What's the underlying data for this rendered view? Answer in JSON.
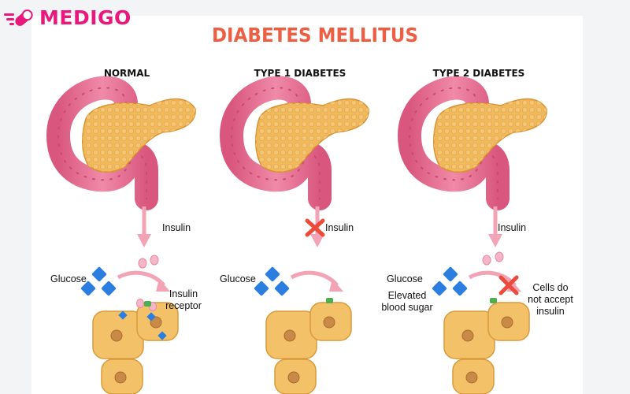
{
  "brand": {
    "name": "MEDIGO",
    "color": "#e8187c"
  },
  "title": "DIABETES MELLITUS",
  "colors": {
    "title": "#ec5f45",
    "intestine": "#ea6f93",
    "pancreas": "#f0b95c",
    "cell": "#f3c168",
    "arrow": "#f3a3b6",
    "glucose": "#2b7ee0",
    "cross": "#ec4a3a"
  },
  "panels": [
    {
      "heading": "NORMAL",
      "insulin": "Insulin",
      "glucose": "Glucose",
      "receptor": "Insulin receptor"
    },
    {
      "heading": "TYPE 1 DIABETES",
      "insulin": "Insulin",
      "glucose": "Glucose"
    },
    {
      "heading": "TYPE 2 DIABETES",
      "insulin": "Insulin",
      "glucose": "Glucose",
      "elevated": "Elevated blood sugar",
      "cells": "Cells do not accept insulin"
    }
  ]
}
